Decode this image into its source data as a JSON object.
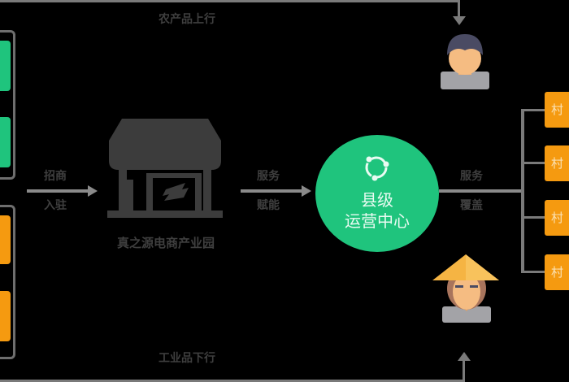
{
  "flow": {
    "top_label": "农产品上行",
    "bottom_label": "工业品下行"
  },
  "left_groups": {
    "green_boxes": [
      "",
      ""
    ],
    "orange_boxes": [
      "",
      ""
    ]
  },
  "arrows": {
    "left": {
      "top": "招商",
      "bottom": "入驻"
    },
    "middle": {
      "top": "服务",
      "bottom": "赋能"
    },
    "right": {
      "top": "服务",
      "bottom": "覆盖"
    }
  },
  "shop": {
    "icon": "storefront-icon",
    "caption": "真之源电商产业园"
  },
  "center": {
    "icon": "cycle-icon",
    "line1": "县级",
    "line2": "运营中心",
    "color": "#1fc47d"
  },
  "villages": [
    "村",
    "村",
    "村",
    "村"
  ],
  "people": {
    "consumer": "consumer-avatar-icon",
    "farmer": "farmer-avatar-icon"
  },
  "colors": {
    "green": "#1fc47d",
    "orange": "#f59a10",
    "line": "#7a7a7a",
    "text": "#3f3f3f"
  }
}
